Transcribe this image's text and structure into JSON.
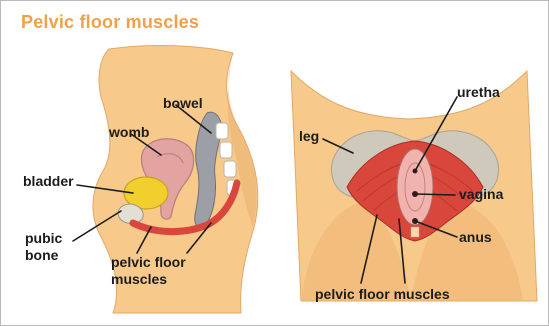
{
  "title": "Pelvic floor muscles",
  "left_view": {
    "labels": {
      "bowel": "bowel",
      "womb": "womb",
      "bladder": "bladder",
      "pubic_bone_line1": "pubic",
      "pubic_bone_line2": "bone",
      "pelvic_floor_line1": "pelvic floor",
      "pelvic_floor_line2": "muscles"
    }
  },
  "right_view": {
    "labels": {
      "leg": "leg",
      "uretha": "uretha",
      "vagina": "vagina",
      "anus": "anus",
      "pelvic_floor": "pelvic floor muscles"
    }
  },
  "colors": {
    "title": "#f1a04a",
    "skin": "#f7c98b",
    "skin_shade": "#eab06c",
    "muscle": "#d9463b",
    "bone": "#cfc9bc",
    "bladder": "#f2cf2c",
    "womb": "#e2a3a1",
    "bowel": "#9d9fa6"
  }
}
